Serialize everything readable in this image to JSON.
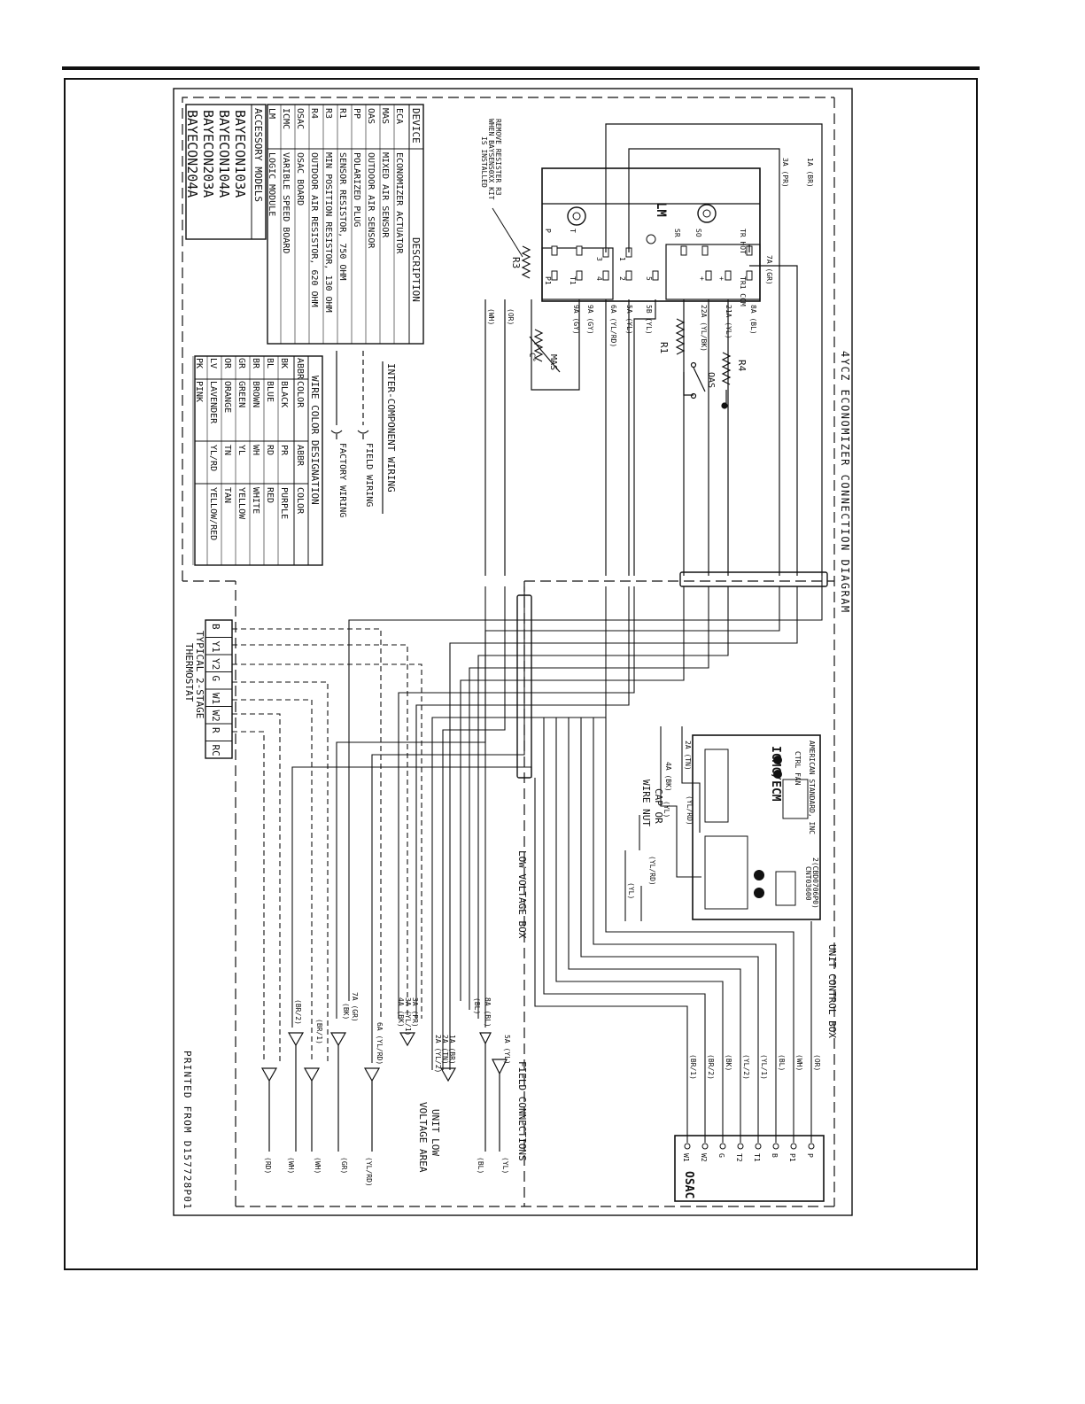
{
  "title": "4YCZ ECONOMIZER CONNECTION DIAGRAM",
  "printed_from": "PRINTED FROM D157728P01",
  "remove_note": [
    "REMOVE RESISTER R3",
    "WHEN BAYSENS0XX KIT",
    "IS INSTALLED"
  ],
  "device_table": {
    "header": {
      "device": "DEVICE",
      "description": "DESCRIPTION"
    },
    "rows": [
      {
        "device": "ECA",
        "description": "ECONOMIZER ACTUATOR"
      },
      {
        "device": "MAS",
        "description": "MIXED AIR SENSOR"
      },
      {
        "device": "OAS",
        "description": "OUTDOOR AIR SENSOR"
      },
      {
        "device": "PP",
        "description": "POLARIZED PLUG"
      },
      {
        "device": "R1",
        "description": "SENSOR RESISTOR, 750 OHM"
      },
      {
        "device": "R3",
        "description": "MIN POSITION RESISTOR, 130 OHM"
      },
      {
        "device": "R4",
        "description": "OUTDOOR AIR RESISTOR, 620 OHM"
      },
      {
        "device": "OSAC",
        "description": "OSAC BOARD"
      },
      {
        "device": "ICMC",
        "description": "VARIBLE SPEED BOARD"
      },
      {
        "device": "LM",
        "description": "LOGIC MODULE"
      }
    ]
  },
  "accessory": {
    "header": "ACCESSORY MODELS",
    "models": [
      "BAYECON103A",
      "BAYECON104A",
      "BAYECON203A",
      "BAYECON204A"
    ]
  },
  "wiring_legend": {
    "inter": "INTER-COMPONENT WIRING",
    "field": "FIELD WIRING",
    "factory": "FACTORY WIRING"
  },
  "wire_colors": {
    "title": "WIRE COLOR DESIGNATION",
    "header": [
      "ABBR",
      "COLOR",
      "ABBR",
      "COLOR"
    ],
    "rows": [
      [
        "BK",
        "BLACK",
        "PR",
        "PURPLE"
      ],
      [
        "BL",
        "BLUE",
        "RD",
        "RED"
      ],
      [
        "BR",
        "BROWN",
        "WH",
        "WHITE"
      ],
      [
        "GR",
        "GREEN",
        "YL",
        "YELLOW"
      ],
      [
        "OR",
        "ORANGE",
        "TN",
        "TAN"
      ],
      [
        "LV",
        "LAVENDER",
        "YL/RD",
        "YELLOW/RED"
      ],
      [
        "PK",
        "PINK",
        "",
        ""
      ]
    ]
  },
  "lm": {
    "name": "LM",
    "pins_top": [
      "TR HOT",
      "SO",
      "SR",
      "P",
      "T"
    ],
    "pins_bottom": [
      "TR1 COM",
      "+",
      "+",
      "5",
      "2",
      "4",
      "T1",
      "P1"
    ],
    "pins_mid": [
      "1",
      "3"
    ],
    "r3": "R3"
  },
  "lm_wires_top": [
    "1A (BR)",
    "3A (PR)",
    "7A (GR)"
  ],
  "lm_wires_bottom": [
    "8A (BL)",
    "21A (YL)",
    "22A (YL/BK)",
    "5B (YL)",
    "5A (YL)",
    "6A (YL/RD)",
    "9A (GY)",
    "9A (GY)",
    "(OR)",
    "(WH)"
  ],
  "components": {
    "r1": "R1",
    "r4": "R4",
    "oas": "OAS",
    "mas": "MAS",
    "mas_sub": "C°"
  },
  "thermostat": {
    "terminals": [
      "B",
      "Y1",
      "Y2",
      "G",
      "W1",
      "W2",
      "R",
      "RC"
    ],
    "caption": [
      "TYPICAL 2-STAGE",
      "THERMOSTAT"
    ]
  },
  "boxes": {
    "low_voltage": "LOW VOLTAGE BOX",
    "unit_control": "UNIT CONTROL BOX",
    "unit_low_voltage": [
      "UNIT LOW",
      "VOLTAGE AREA"
    ],
    "field_connections": "FIELD CONNECTIONS"
  },
  "icmc": {
    "maker": "AMERICAN STANDARD, INC",
    "name": "ICMC/ECM",
    "sub": "CTRL FAN",
    "part": [
      "2(CBD0706P0)",
      "CNT03600"
    ],
    "wires": [
      "2A (TN)",
      "4A (BK)",
      "(YL/RD)",
      "(YL)",
      "(YL/RD)",
      "(YL)"
    ],
    "cap_note": [
      "CAP OR",
      "WIRE NUT"
    ]
  },
  "osac": {
    "name": "OSAC",
    "terminals": [
      "P",
      "P1",
      "B",
      "T1",
      "T2",
      "G",
      "W2",
      "W1"
    ],
    "wires": [
      "(OR)",
      "(WH)",
      "(BL)",
      "(YL/1)",
      "(YL/2)",
      "(BK)",
      "(BR/2)",
      "(BR/1)"
    ]
  },
  "field_wires": [
    "8A (BL)",
    "(BL)",
    "5A (YL)",
    "3A (PR)",
    "3A (YL/1)",
    "4A (BK)",
    "1A (BR)",
    "2A (TN)",
    "2A (YL/2)",
    "6A (YL/RD)",
    "7A (GR)",
    "(BK)",
    "(BR/1)",
    "(BR/2)"
  ],
  "field_outputs": [
    "(YL)",
    "(BL)",
    "(YL/RD)",
    "(GR)",
    "(WH)",
    "(WH)",
    "(RD)"
  ]
}
